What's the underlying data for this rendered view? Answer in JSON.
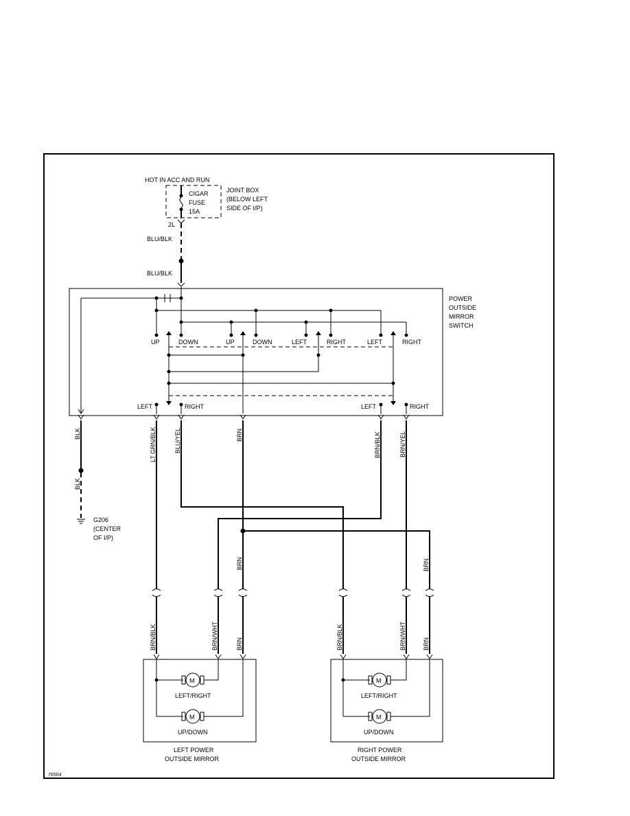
{
  "power": {
    "hot_label": "HOT IN ACC AND RUN",
    "fuse_name": "CIGAR",
    "fuse_word": "FUSE",
    "fuse_rating": "15A",
    "joint_box_l1": "JOINT BOX",
    "joint_box_l2": "(BELOW LEFT",
    "joint_box_l3": "SIDE OF I/P)",
    "terminal": "2L",
    "wire_top1": "BLU/BLK",
    "wire_top2": "BLU/BLK"
  },
  "switch": {
    "name_l1": "POWER",
    "name_l2": "OUTSIDE",
    "name_l3": "MIRROR",
    "name_l4": "SWITCH",
    "contacts": [
      "UP",
      "DOWN",
      "UP",
      "DOWN",
      "LEFT",
      "RIGHT",
      "LEFT",
      "RIGHT"
    ],
    "bottom_left_1": "LEFT",
    "bottom_right_1": "RIGHT",
    "bottom_left_2": "LEFT",
    "bottom_right_2": "RIGHT"
  },
  "wires": {
    "blk1": "BLK",
    "blk2": "BLK",
    "ltgrn_blk": "LT GRN/BLK",
    "blu_yel": "BLU/YEL",
    "brn_top": "BRN",
    "brn_blk": "BRN/BLK",
    "brn_yel": "BRN/YEL",
    "brn_mid": "BRN",
    "brn_right": "BRN",
    "lm_w1": "BRN/BLK",
    "lm_w2": "BRN/WHT",
    "lm_w3": "BRN",
    "rm_w1": "BRN/BLK",
    "rm_w2": "BRN/WHT",
    "rm_w3": "BRN"
  },
  "ground": {
    "name": "G206",
    "loc_l1": "(CENTER",
    "loc_l2": "OF I/P)"
  },
  "left_mirror": {
    "motor1": "LEFT/RIGHT",
    "motor2": "UP/DOWN",
    "title_l1": "LEFT POWER",
    "title_l2": "OUTSIDE MIRROR"
  },
  "right_mirror": {
    "motor1": "LEFT/RIGHT",
    "motor2": "UP/DOWN",
    "title_l1": "RIGHT POWER",
    "title_l2": "OUTSIDE MIRROR"
  },
  "motor_symbol": "M",
  "figure_id": "76504"
}
